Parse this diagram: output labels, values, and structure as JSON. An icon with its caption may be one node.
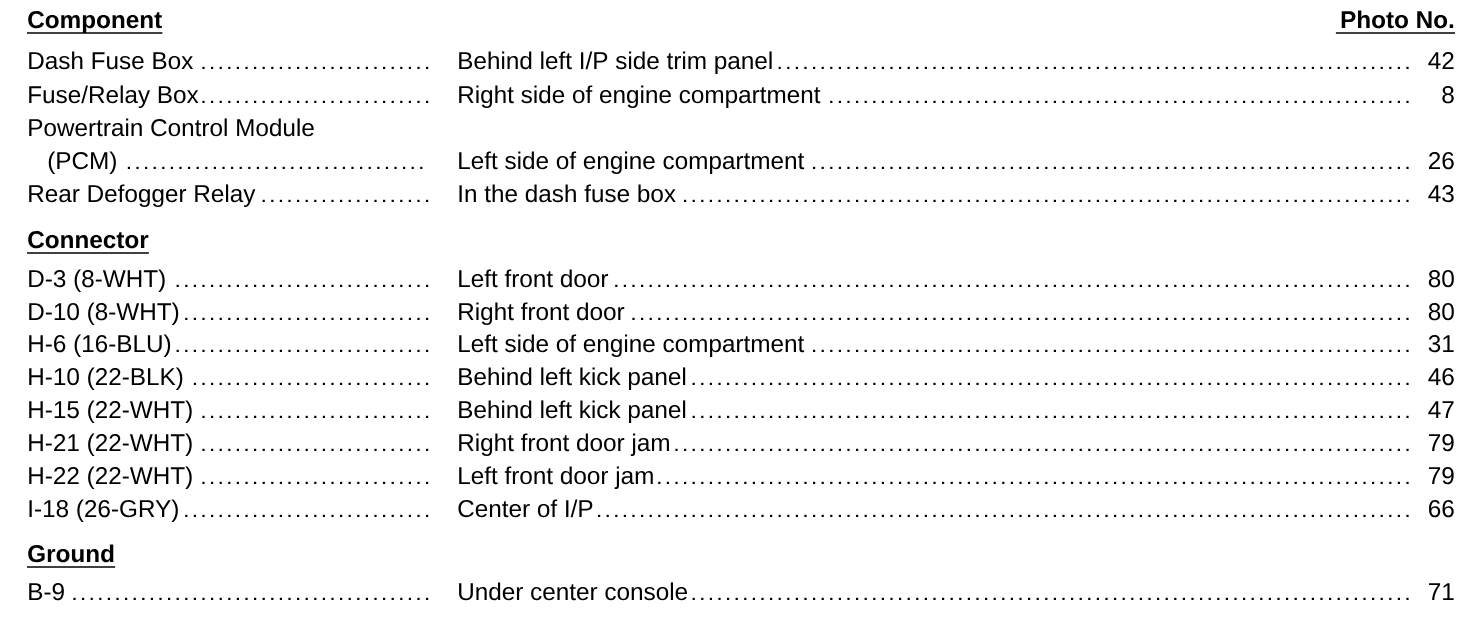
{
  "diagram": {
    "labels": [
      "Component",
      "Photo No.",
      "Dash Fuse Box",
      "Behind left I/P side trim panel",
      "42",
      "Fuse/Relay Box",
      "Right side of engine compartment",
      "8",
      "Powertrain Control Module (PCM)",
      "Left side of engine compartment",
      "26",
      "Rear Defogger Relay",
      "In the dash fuse box",
      "43",
      "Connector",
      "D-3 (8-WHT)",
      "Left front door",
      "80",
      "D-10 (8-WHT)",
      "Right front door",
      "80",
      "H-6 (16-BLU)",
      "Left side of engine compartment",
      "31",
      "H-10 (22-BLK)",
      "Behind left kick panel",
      "46",
      "H-15 (22-WHT)",
      "Behind left kick panel",
      "47",
      "H-21 (22-WHT)",
      "Right front door jam",
      "79",
      "H-22 (22-WHT)",
      "Left front door jam",
      "79",
      "I-18 (26-GRY)",
      "Center of I/P",
      "66",
      "Ground",
      "B-9",
      "Under center console",
      "71"
    ]
  }
}
